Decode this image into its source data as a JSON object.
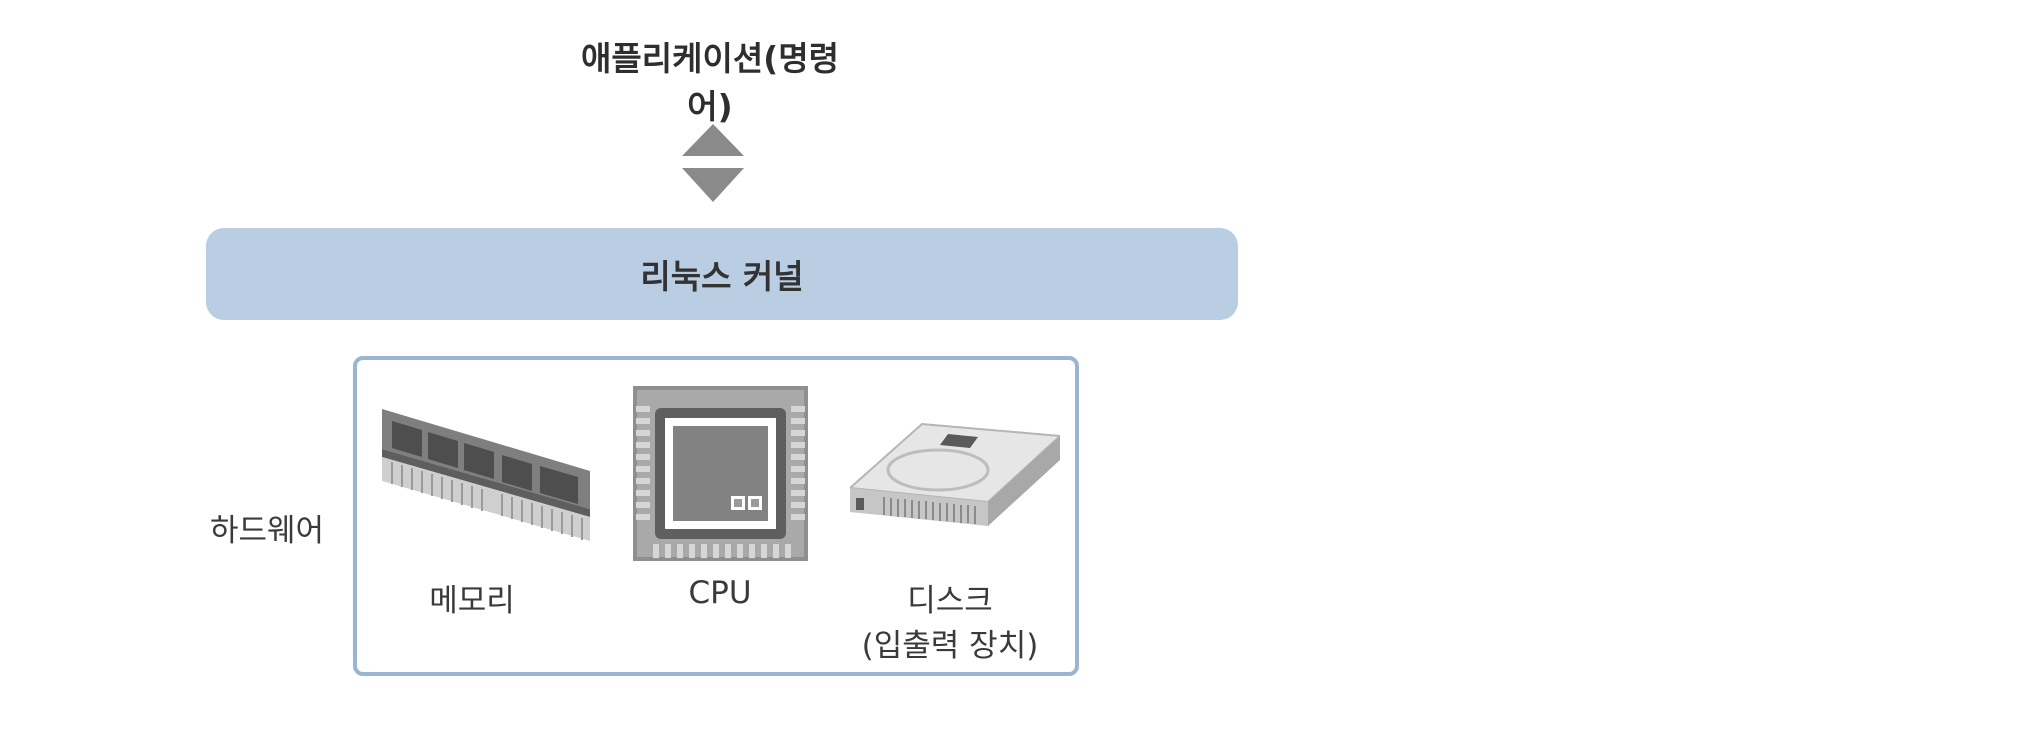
{
  "application": {
    "label": "애플리케이션(명령어)"
  },
  "kernel": {
    "label": "리눅스 커널"
  },
  "hardware": {
    "label": "하드웨어",
    "devices": [
      {
        "label": "메모리",
        "icon": "memory-module-icon"
      },
      {
        "label": "CPU",
        "icon": "cpu-chip-icon"
      },
      {
        "label": "디스크",
        "sublabel": "(입출력 장치)",
        "icon": "disk-drive-icon"
      }
    ]
  },
  "colors": {
    "kernel_fill": "#b9cde3",
    "hardware_border": "#9ab4d2",
    "arrow": "#8a8a8a"
  }
}
